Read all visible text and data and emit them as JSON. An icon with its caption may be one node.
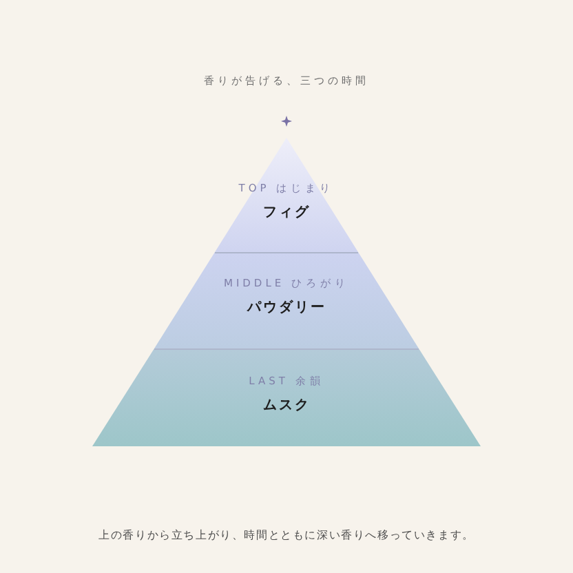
{
  "diagram": {
    "caption": "上の香りから立ち上がり、時間とともに深い香りへ移っていきます。",
    "nodes": [
      {
        "text": [
          "TOP はじまり",
          "フィグ"
        ]
      },
      {
        "text": [
          "MIDDLE ひろがり",
          "パウダリー"
        ]
      },
      {
        "text": [
          "LAST 余韻",
          "ムスク"
        ]
      }
    ],
    "labels": [
      "香りが告げる、三つの時間"
    ]
  }
}
